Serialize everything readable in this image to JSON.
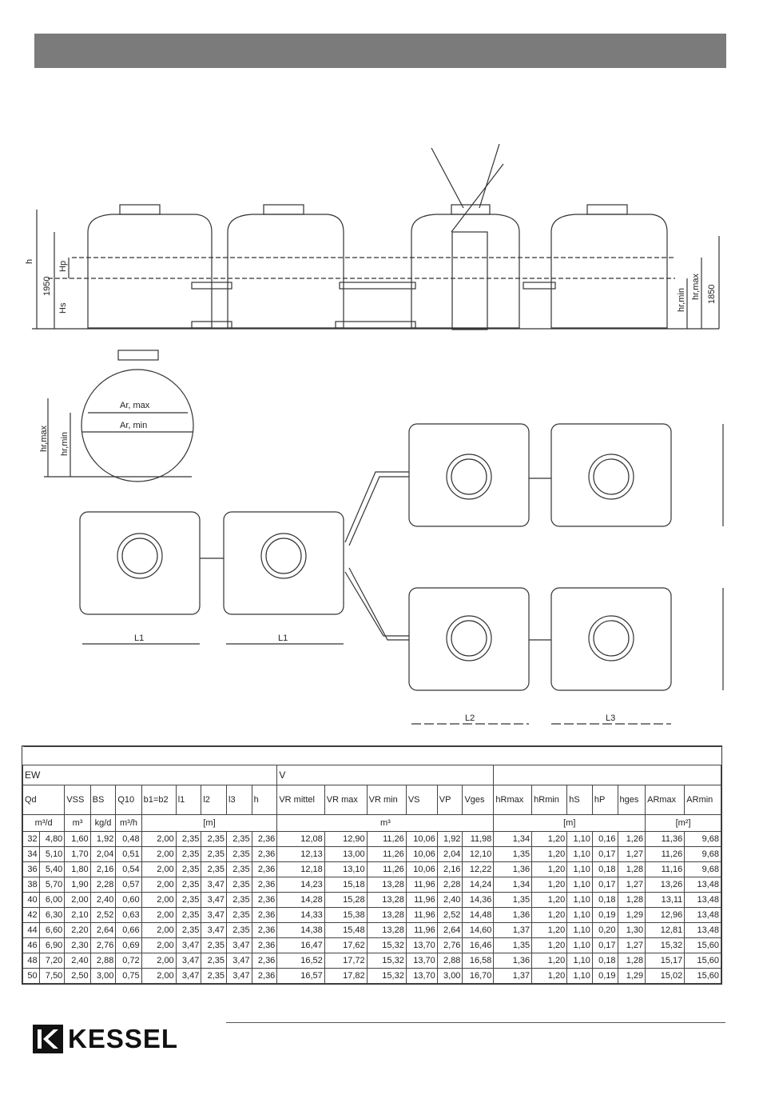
{
  "drawing": {
    "labels": {
      "h": "h",
      "dim_1950": "1950",
      "hp": "Hp",
      "hs": "Hs",
      "dim_1850": "1850",
      "hr_max": "hr,max",
      "hr_min": "hr,min",
      "ar_max": "Ar, max",
      "ar_min": "Ar, min",
      "l1_a": "L1",
      "l1_b": "L1",
      "l2": "L2",
      "l3": "L3"
    }
  },
  "table": {
    "group_left": "EW",
    "group_right": "V",
    "units": {
      "m3d": "m³/d",
      "m3": "m³",
      "kgd": "kg/d",
      "m3h": "m³/h",
      "m": "[m]",
      "vol": "m³",
      "m2": "[m]",
      "area": "[m²]"
    },
    "columns": [
      "Qd",
      "VSS",
      "BS",
      "Q10",
      "b1=b2",
      "l1",
      "l2",
      "l3",
      "h",
      "VR mittel",
      "VR max",
      "VR min",
      "VS",
      "VP",
      "Vges",
      "hRmax",
      "hRmin",
      "hS",
      "hP",
      "hges",
      "ARmax",
      "ARmin"
    ],
    "rows": [
      [
        "32",
        "4,80",
        "1,60",
        "1,92",
        "0,48",
        "2,00",
        "2,35",
        "2,35",
        "2,35",
        "2,36",
        "12,08",
        "12,90",
        "11,26",
        "10,06",
        "1,92",
        "11,98",
        "1,34",
        "1,20",
        "1,10",
        "0,16",
        "1,26",
        "11,36",
        "9,68"
      ],
      [
        "34",
        "5,10",
        "1,70",
        "2,04",
        "0,51",
        "2,00",
        "2,35",
        "2,35",
        "2,35",
        "2,36",
        "12,13",
        "13,00",
        "11,26",
        "10,06",
        "2,04",
        "12,10",
        "1,35",
        "1,20",
        "1,10",
        "0,17",
        "1,27",
        "11,26",
        "9,68"
      ],
      [
        "36",
        "5,40",
        "1,80",
        "2,16",
        "0,54",
        "2,00",
        "2,35",
        "2,35",
        "2,35",
        "2,36",
        "12,18",
        "13,10",
        "11,26",
        "10,06",
        "2,16",
        "12,22",
        "1,36",
        "1,20",
        "1,10",
        "0,18",
        "1,28",
        "11,16",
        "9,68"
      ],
      [
        "38",
        "5,70",
        "1,90",
        "2,28",
        "0,57",
        "2,00",
        "2,35",
        "3,47",
        "2,35",
        "2,36",
        "14,23",
        "15,18",
        "13,28",
        "11,96",
        "2,28",
        "14,24",
        "1,34",
        "1,20",
        "1,10",
        "0,17",
        "1,27",
        "13,26",
        "13,48"
      ],
      [
        "40",
        "6,00",
        "2,00",
        "2,40",
        "0,60",
        "2,00",
        "2,35",
        "3,47",
        "2,35",
        "2,36",
        "14,28",
        "15,28",
        "13,28",
        "11,96",
        "2,40",
        "14,36",
        "1,35",
        "1,20",
        "1,10",
        "0,18",
        "1,28",
        "13,11",
        "13,48"
      ],
      [
        "42",
        "6,30",
        "2,10",
        "2,52",
        "0,63",
        "2,00",
        "2,35",
        "3,47",
        "2,35",
        "2,36",
        "14,33",
        "15,38",
        "13,28",
        "11,96",
        "2,52",
        "14,48",
        "1,36",
        "1,20",
        "1,10",
        "0,19",
        "1,29",
        "12,96",
        "13,48"
      ],
      [
        "44",
        "6,60",
        "2,20",
        "2,64",
        "0,66",
        "2,00",
        "2,35",
        "3,47",
        "2,35",
        "2,36",
        "14,38",
        "15,48",
        "13,28",
        "11,96",
        "2,64",
        "14,60",
        "1,37",
        "1,20",
        "1,10",
        "0,20",
        "1,30",
        "12,81",
        "13,48"
      ],
      [
        "46",
        "6,90",
        "2,30",
        "2,76",
        "0,69",
        "2,00",
        "3,47",
        "2,35",
        "3,47",
        "2,36",
        "16,47",
        "17,62",
        "15,32",
        "13,70",
        "2,76",
        "16,46",
        "1,35",
        "1,20",
        "1,10",
        "0,17",
        "1,27",
        "15,32",
        "15,60"
      ],
      [
        "48",
        "7,20",
        "2,40",
        "2,88",
        "0,72",
        "2,00",
        "3,47",
        "2,35",
        "3,47",
        "2,36",
        "16,52",
        "17,72",
        "15,32",
        "13,70",
        "2,88",
        "16,58",
        "1,36",
        "1,20",
        "1,10",
        "0,18",
        "1,28",
        "15,17",
        "15,60"
      ],
      [
        "50",
        "7,50",
        "2,50",
        "3,00",
        "0,75",
        "2,00",
        "3,47",
        "2,35",
        "3,47",
        "2,36",
        "16,57",
        "17,82",
        "15,32",
        "13,70",
        "3,00",
        "16,70",
        "1,37",
        "1,20",
        "1,10",
        "0,19",
        "1,29",
        "15,02",
        "15,60"
      ]
    ]
  },
  "footer": {
    "brand": "KESSEL"
  }
}
